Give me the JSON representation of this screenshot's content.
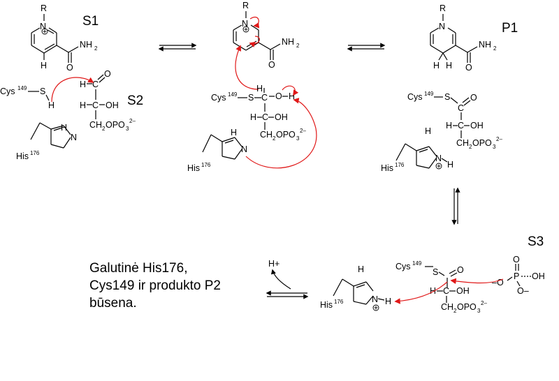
{
  "labels": {
    "s1": "S1",
    "s2": "S2",
    "s3": "S3",
    "p1": "P1"
  },
  "atoms": {
    "r": "R",
    "n": "N",
    "h": "H",
    "nh2": "NH",
    "nh2_sub": "2",
    "o": "O",
    "oh": "OH",
    "c": "C",
    "s": "S",
    "cys": "Cys",
    "cys_sup": "149",
    "his": "His",
    "his_sup": "176",
    "ch2opo3": "CH",
    "ch2opo3_sub1": "2",
    "ch2opo3_mid": "OPO",
    "ch2opo3_sub2": "3",
    "ch2opo3_sup": "2–",
    "p": "P",
    "o_minus": "–O",
    "oh_s3": "OH",
    "o_minus2": "O–",
    "h_plus": "H+"
  },
  "caption": {
    "line1": "Galutinė His176,",
    "line2": "Cys149 ir produkto P2",
    "line3": "būsena."
  },
  "colors": {
    "arrow": "#e01818",
    "ink": "#000000"
  }
}
